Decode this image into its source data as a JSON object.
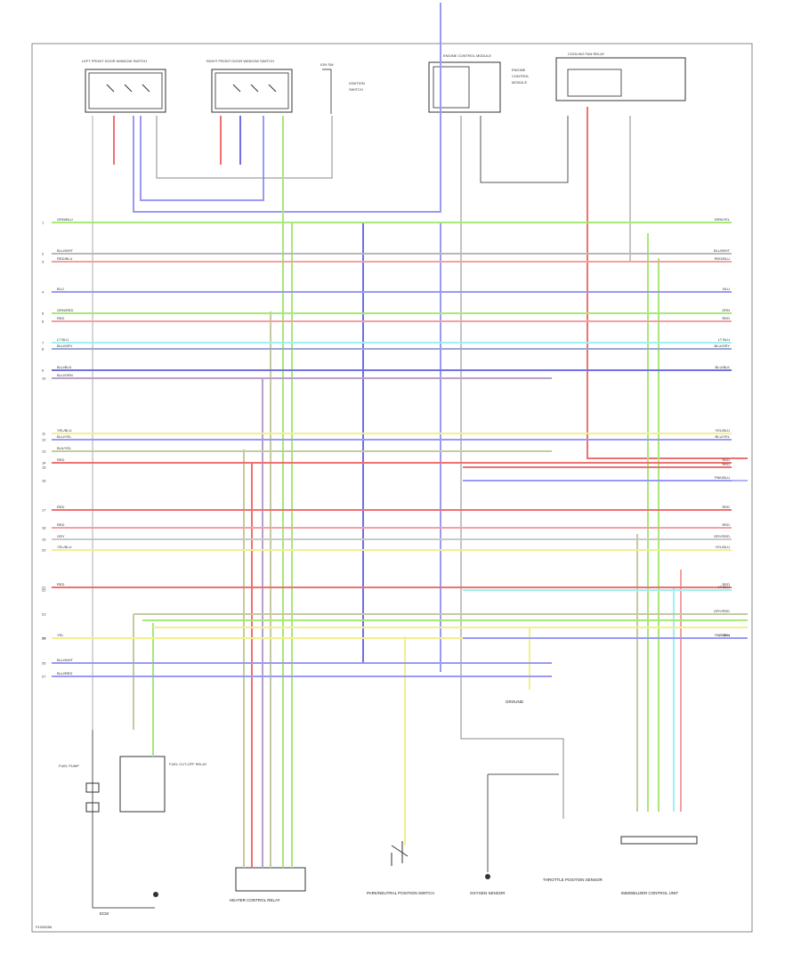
{
  "diagram": {
    "page_id": "P1008256",
    "components": {
      "lf_door_switch": "LEFT FRONT DOOR WINDOW SWITCH",
      "rf_door_switch": "RIGHT FRONT DOOR WINDOW SWITCH",
      "ign_switch": "IGN SW",
      "fuel_pump": "FUEL PUMP",
      "fuel_cutoff": "FUEL CUT-OFF RELAY",
      "heater_relay": "HEATER CONTROL RELAY",
      "pnp_switch": "PARK/NEUTRAL POSITION SWITCH",
      "cooling_fan": "COOLING FAN RELAY",
      "o2_sensor": "OXYGEN SENSOR",
      "ecm": "ENGINE CONTROL MODULE",
      "throttle": "THROTTLE POSITION SENSOR",
      "immobilizer": "IMMOBILIZER CONTROL UNIT"
    },
    "wires": [
      {
        "row": 1,
        "left": "GRN/BLU",
        "right": "GRN/YEL",
        "color": "#a8e878"
      },
      {
        "row": 2,
        "left": "BLU/WHT",
        "right": "BLU/WHT",
        "color": "#b8b8b8"
      },
      {
        "row": 3,
        "left": "RED/BLU",
        "right": "RED/BLU",
        "color": "#f5a0a0"
      },
      {
        "row": 4,
        "left": "BLU",
        "right": "BLU",
        "color": "#9a9af5"
      },
      {
        "row": 5,
        "left": "GRN/RED",
        "right": "GRN",
        "color": "#a8e878"
      },
      {
        "row": 6,
        "left": "RED",
        "right": "RED",
        "color": "#f5a0a0"
      },
      {
        "row": 7,
        "left": "LT BLU",
        "right": "LT BLU",
        "color": "#9ff0f0"
      },
      {
        "row": 8,
        "left": "BLU/GRY",
        "right": "BLU/GRY",
        "color": "#9aa8d0"
      },
      {
        "row": 9,
        "left": "BLU/BLK",
        "right": "BLU/BLK",
        "color": "#7070e0"
      },
      {
        "row": 10,
        "left": "BLU/ORN",
        "right": "",
        "color": "#b8a0c8"
      },
      {
        "row": 11,
        "left": "YEL/BLU",
        "right": "YEL/BLU",
        "color": "#f0f090"
      },
      {
        "row": 12,
        "left": "BLU/YEL",
        "right": "BLU/YEL",
        "color": "#9a9af5"
      },
      {
        "row": 13,
        "left": "BLK/YEL",
        "right": "",
        "color": "#c8c8a0"
      },
      {
        "row": 14,
        "left": "RED",
        "right": "RED",
        "color": "#f07070"
      },
      {
        "row": 15,
        "left": "",
        "right": "RED",
        "color": "#f07070"
      },
      {
        "row": 16,
        "left": "",
        "right": "PNK/BLU",
        "color": "#9a9af5"
      },
      {
        "row": 17,
        "left": "RED",
        "right": "RED",
        "color": "#f07070"
      },
      {
        "row": 18,
        "left": "RED",
        "right": "RED",
        "color": "#f5a0a0"
      },
      {
        "row": 19,
        "left": "GRY",
        "right": "GRY/RED",
        "color": "#c8c8c8"
      },
      {
        "row": 20,
        "left": "YEL/BLU",
        "right": "YEL/BLU",
        "color": "#f0f090"
      },
      {
        "row": 21,
        "left": "RED",
        "right": "RED",
        "color": "#f07070"
      },
      {
        "row": 22,
        "left": "",
        "right": "LT BLU",
        "color": "#9ff0f0"
      },
      {
        "row": 23,
        "left": "",
        "right": "GRY/RED",
        "color": "#c8c8a0"
      },
      {
        "row": 24,
        "left": "YEL",
        "right": "YEL/GRN",
        "color": "#f0f090"
      },
      {
        "row": 25,
        "left": "",
        "right": "LT BLU",
        "color": "#9a9af5"
      },
      {
        "row": 26,
        "left": "BLU/WHT",
        "right": "",
        "color": "#9a9af5"
      },
      {
        "row": 27,
        "left": "BLU/RED",
        "right": "",
        "color": "#9a9af5"
      }
    ]
  }
}
